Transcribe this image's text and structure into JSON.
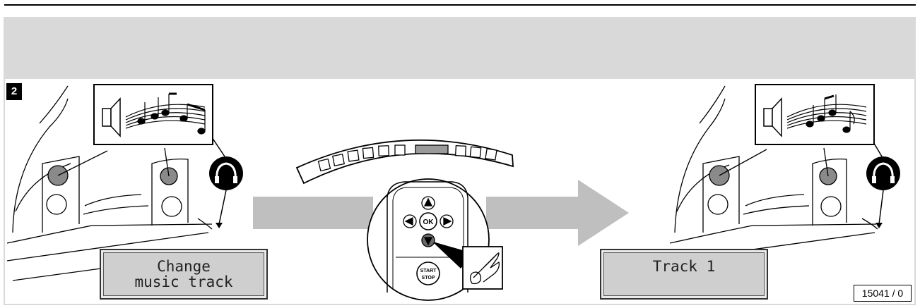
{
  "step": "2",
  "display_left": {
    "line1": "Change",
    "line2": "music track"
  },
  "display_right": {
    "line1": "Track 1"
  },
  "controls": {
    "ok": "OK",
    "start": "START",
    "stop": "STOP"
  },
  "reference": "15041 / 0",
  "colors": {
    "header_band": "#d9d9d9",
    "arrow": "#bfbfbf",
    "lcd": "#cfcfcf"
  },
  "icons": [
    "speaker-icon",
    "music-notes-icon",
    "headphones-icon",
    "arrow-up-icon",
    "arrow-down-icon",
    "arrow-left-icon",
    "arrow-right-icon",
    "finger-press-icon"
  ]
}
